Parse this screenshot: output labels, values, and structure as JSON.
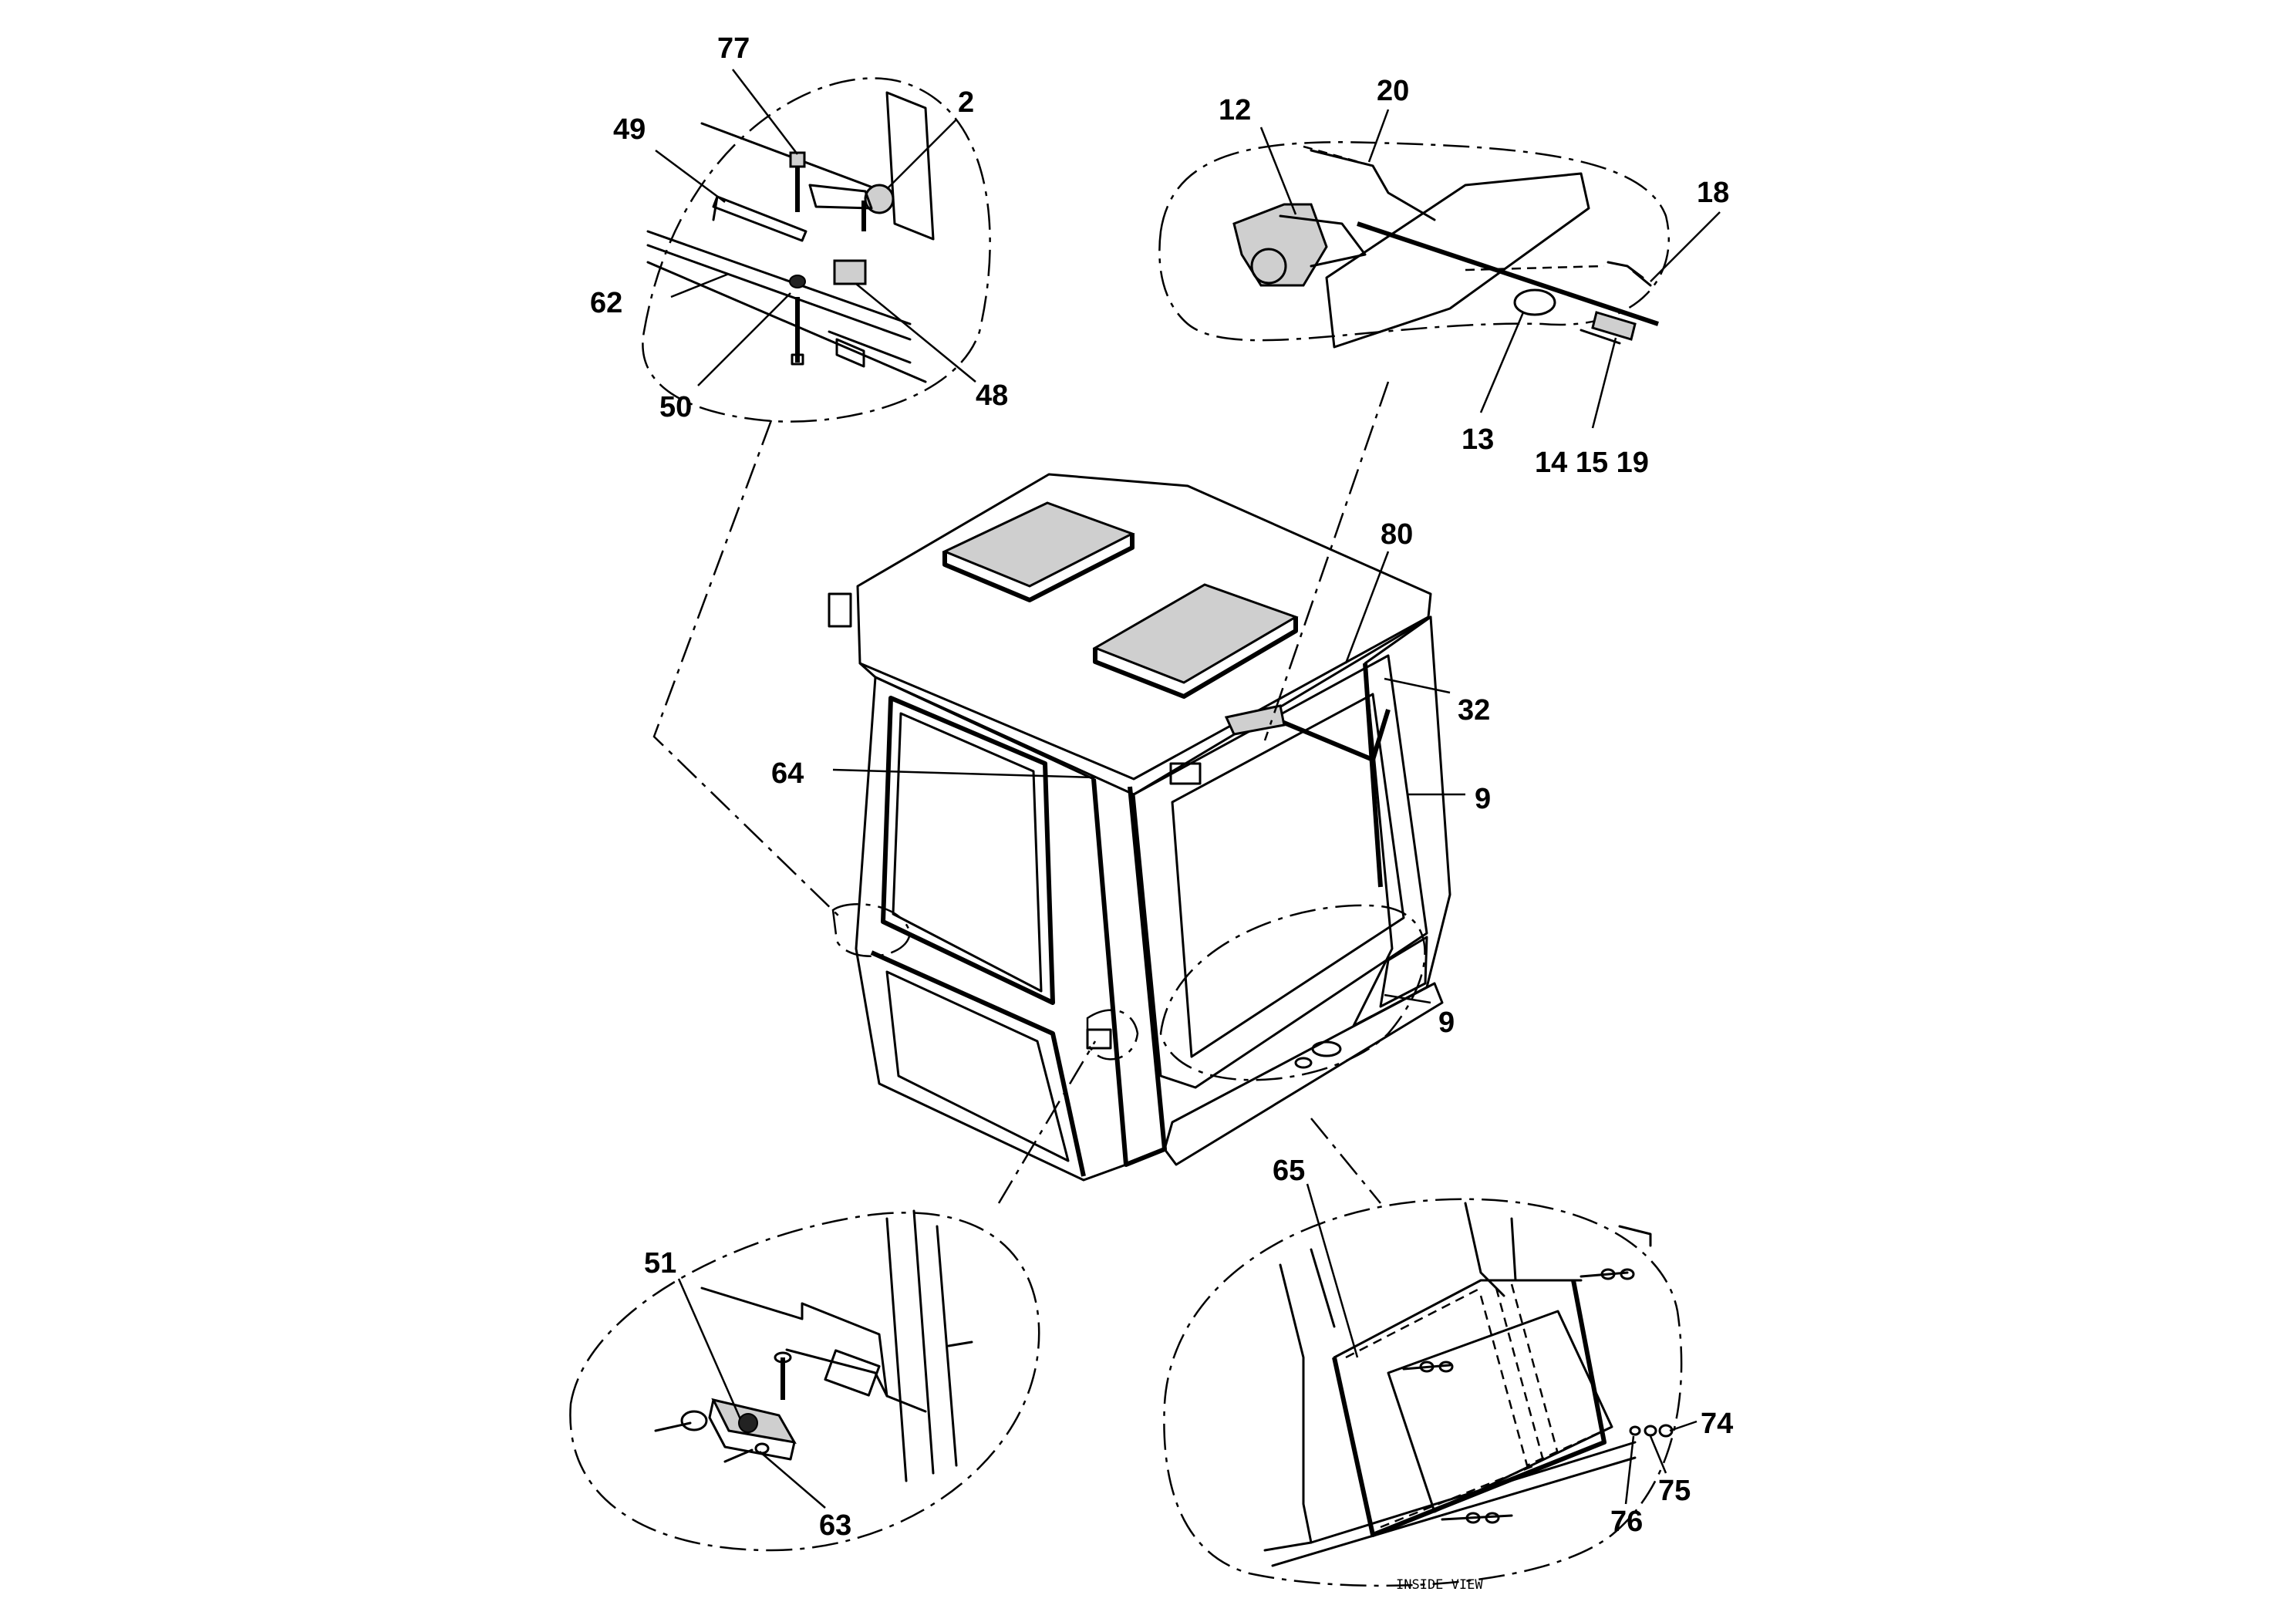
{
  "callouts": {
    "c77": "77",
    "c2": "2",
    "c49": "49",
    "c62": "62",
    "c50": "50",
    "c48": "48",
    "c12": "12",
    "c20": "20",
    "c18": "18",
    "c13": "13",
    "c14_15_19": "14 15 19",
    "c80": "80",
    "c32": "32",
    "c64": "64",
    "c9_upper": "9",
    "c9_lower": "9",
    "c65": "65",
    "c74": "74",
    "c75": "75",
    "c76": "76",
    "c51": "51",
    "c63": "63"
  },
  "captions": {
    "inside_view": "INSIDE VIEW"
  },
  "colors": {
    "line": "#000000",
    "background": "#ffffff"
  }
}
